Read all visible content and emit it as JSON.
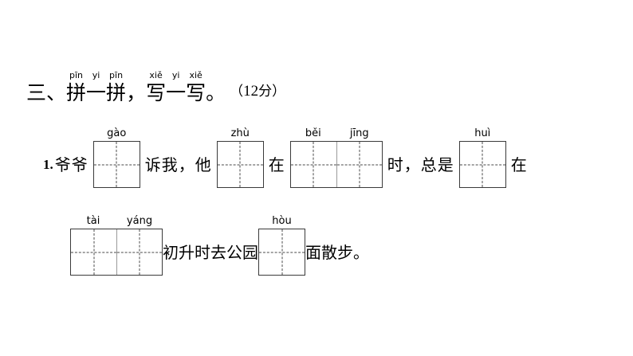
{
  "page": {
    "background": "#ffffff",
    "ink": "#000000",
    "grid_border_color": "#3a3a3a",
    "grid_guide_color": "#4a4a4a"
  },
  "section": {
    "index": "三、",
    "ruby": [
      {
        "pinyin": "pīn",
        "han": "拼"
      },
      {
        "pinyin": "yi",
        "han": "一"
      },
      {
        "pinyin": "pīn",
        "han": "拼"
      }
    ],
    "comma": "，",
    "ruby2": [
      {
        "pinyin": "xiě",
        "han": "写"
      },
      {
        "pinyin": "yi",
        "han": "一"
      },
      {
        "pinyin": "xiě",
        "han": "写"
      }
    ],
    "period": "。",
    "score_open": "（",
    "score_number": "12",
    "score_unit": "分",
    "score_close": "）"
  },
  "questions": [
    {
      "number": "1.",
      "parts": [
        {
          "kind": "text",
          "value": "爷爷"
        },
        {
          "kind": "grid",
          "cells": [
            "gào"
          ]
        },
        {
          "kind": "text",
          "value": "诉我，他"
        },
        {
          "kind": "grid",
          "cells": [
            "zhù"
          ]
        },
        {
          "kind": "text",
          "value": "在"
        },
        {
          "kind": "grid",
          "cells": [
            "běi",
            "jīng"
          ]
        },
        {
          "kind": "text",
          "value": "时，总是"
        },
        {
          "kind": "grid",
          "cells": [
            "huì"
          ]
        },
        {
          "kind": "text",
          "value": "在"
        }
      ]
    },
    {
      "number": "",
      "parts": [
        {
          "kind": "grid",
          "cells": [
            "tài",
            "yáng"
          ]
        },
        {
          "kind": "text",
          "value": "初升时去公园"
        },
        {
          "kind": "grid",
          "cells": [
            "hòu"
          ]
        },
        {
          "kind": "text",
          "value": "面散步。"
        }
      ]
    }
  ]
}
